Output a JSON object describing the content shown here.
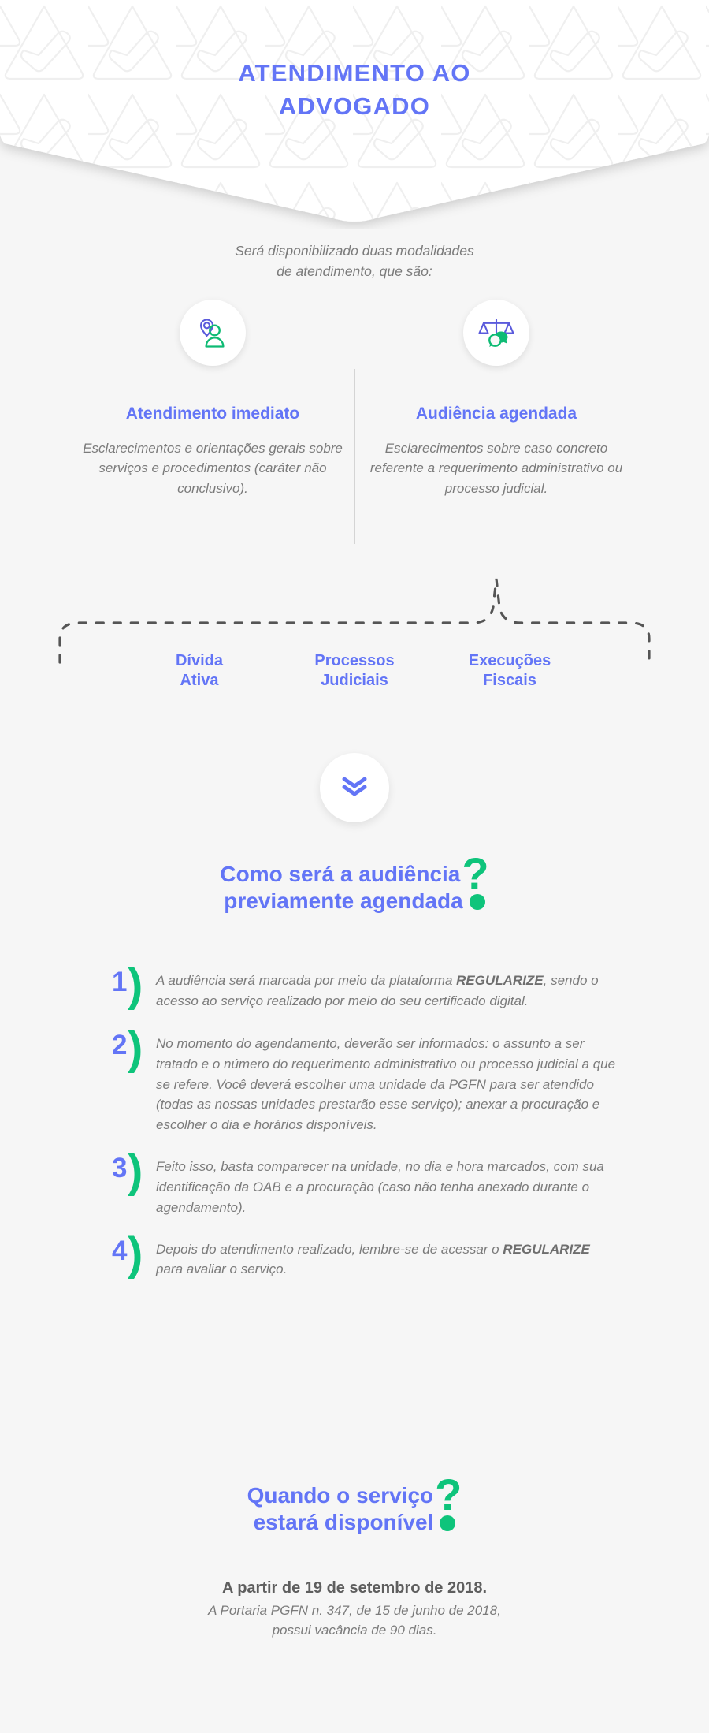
{
  "colors": {
    "blue": "#6375f6",
    "green": "#0ec47b",
    "text_gray": "#7b7b7b",
    "background": "#f6f6f6",
    "card_white": "#ffffff"
  },
  "header": {
    "title_line1": "ATENDIMENTO AO",
    "title_line2": "ADVOGADO"
  },
  "intro": {
    "line1": "Será disponibilizado duas modalidades",
    "line2": "de atendimento, que são:"
  },
  "modalities": [
    {
      "icon": "location-pin-person-icon",
      "heading": "Atendimento imediato",
      "body": "Esclarecimentos e orientações gerais sobre serviços e procedimentos (caráter não conclusivo)."
    },
    {
      "icon": "scales-of-justice-chat-icon",
      "heading": "Audiência agendada",
      "body": "Esclarecimentos sobre caso concreto referente a requerimento administrativo ou processo judicial."
    }
  ],
  "categories": [
    {
      "line1": "Dívida",
      "line2": "Ativa"
    },
    {
      "line1": "Processos",
      "line2": "Judiciais"
    },
    {
      "line1": "Execuções",
      "line2": "Fiscais"
    }
  ],
  "scroll_hint": {
    "icon": "double-chevron-down-icon"
  },
  "section_audiencia": {
    "line1": "Como será a audiência",
    "line2": "previamente agendada",
    "punctuation": "?"
  },
  "steps": [
    {
      "number": "1",
      "paren": ")",
      "text_parts": [
        {
          "text": "A audiência será marcada por meio da plataforma ",
          "bold": false
        },
        {
          "text": "REGULARIZE",
          "bold": true
        },
        {
          "text": ", sendo o acesso ao serviço realizado por meio do seu certificado digital.",
          "bold": false
        }
      ]
    },
    {
      "number": "2",
      "paren": ")",
      "text_parts": [
        {
          "text": "No momento do agendamento, deverão ser informados: o assunto a ser tratado e o número do requerimento administrativo ou processo judicial a que se refere. Você deverá escolher uma unidade da PGFN para ser atendido (todas as nossas unidades prestarão esse serviço); anexar a procuração e escolher o dia e horários disponíveis.",
          "bold": false
        }
      ]
    },
    {
      "number": "3",
      "paren": ")",
      "text_parts": [
        {
          "text": "Feito isso, basta comparecer na unidade, no dia e hora marcados, com sua identificação da OAB e a procuração (caso não tenha anexado durante o agendamento).",
          "bold": false
        }
      ]
    },
    {
      "number": "4",
      "paren": ")",
      "text_parts": [
        {
          "text": "Depois do atendimento realizado, lembre-se de acessar o ",
          "bold": false
        },
        {
          "text": "REGULARIZE",
          "bold": true
        },
        {
          "text": " para avaliar o serviço.",
          "bold": false
        }
      ]
    }
  ],
  "section_quando": {
    "line1": "Quando o serviço",
    "line2": "estará disponível",
    "punctuation": "?"
  },
  "footer": {
    "main": "A partir de 19 de setembro de 2018.",
    "sub_line1": "A Portaria PGFN n. 347, de 15 de junho de 2018,",
    "sub_line2": "possui vacância de 90 dias."
  }
}
